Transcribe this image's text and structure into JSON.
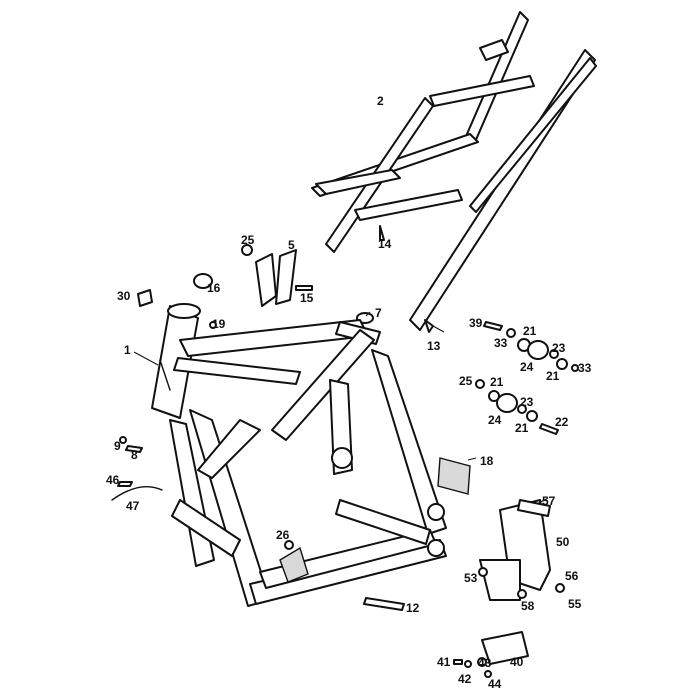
{
  "callouts": {
    "c1": "1",
    "c2": "2",
    "c5": "5",
    "c7": "7",
    "c8": "8",
    "c9": "9",
    "c12": "12",
    "c13": "13",
    "c14": "14",
    "c15": "15",
    "c16": "16",
    "c18": "18",
    "c19": "19",
    "c21a": "21",
    "c21b": "21",
    "c21c": "21",
    "c21d": "21",
    "c22": "22",
    "c23a": "23",
    "c23b": "23",
    "c24a": "24",
    "c24b": "24",
    "c25a": "25",
    "c25b": "25",
    "c26": "26",
    "c30": "30",
    "c33a": "33",
    "c33b": "33",
    "c39": "39",
    "c40": "40",
    "c41": "41",
    "c42": "42",
    "c43": "43",
    "c44": "44",
    "c46": "46",
    "c47": "47",
    "c50": "50",
    "c53": "53",
    "c55": "55",
    "c56": "56",
    "c57": "57",
    "c58": "58"
  }
}
